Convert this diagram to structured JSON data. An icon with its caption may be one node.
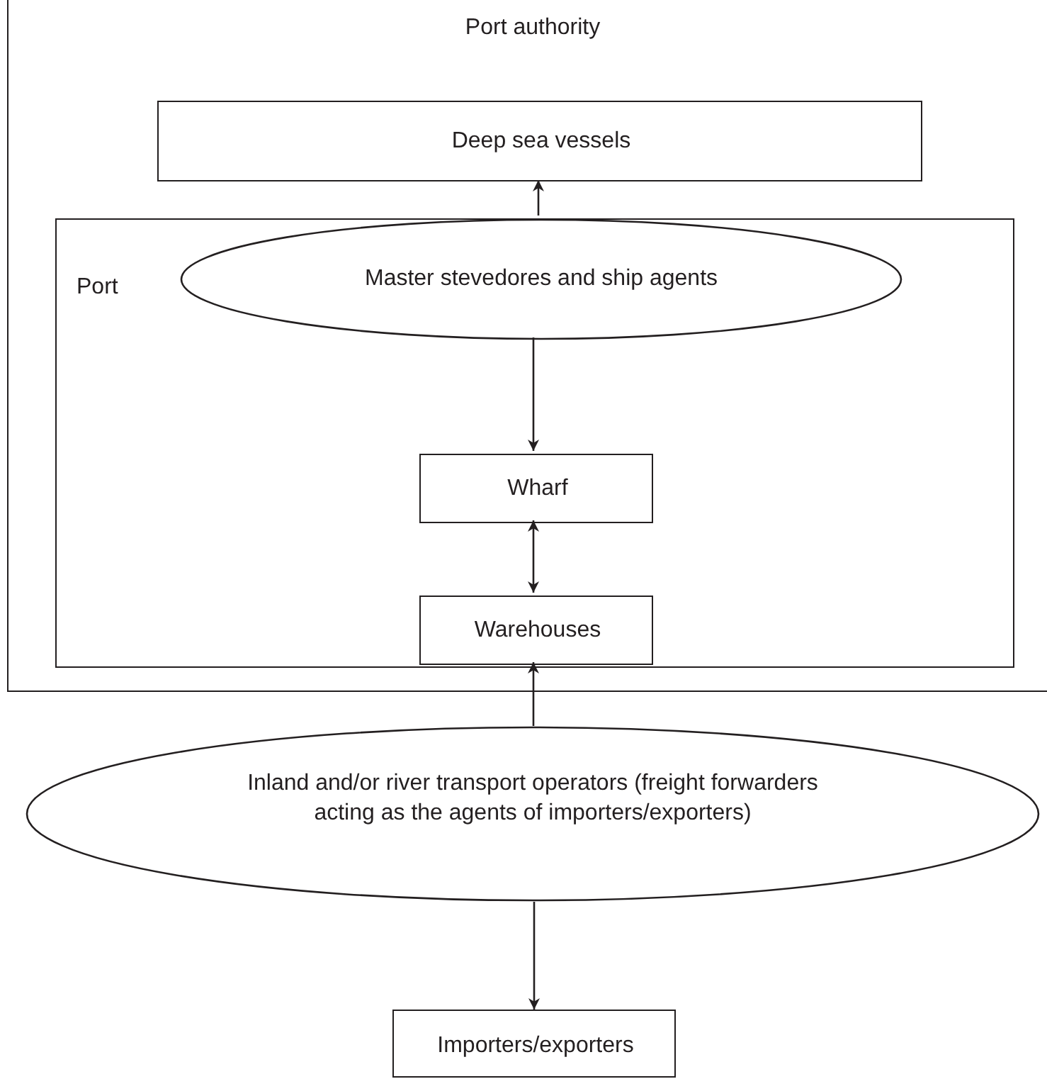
{
  "diagram": {
    "nodes": [
      {
        "text": [
          "Port authority"
        ]
      },
      {
        "text": [
          "Deep sea vessels"
        ],
        "in": 0
      },
      {
        "text": [
          "Port"
        ],
        "in": 0
      },
      {
        "text": [
          "Master stevedores and ship agents"
        ],
        "in": 2
      },
      {
        "text": [
          "Wharf"
        ],
        "in": 2
      },
      {
        "text": [
          "Warehouses"
        ],
        "in": 2
      },
      {
        "text": [
          "Inland and/or river transport operators (freight forwarders acting as the agents of importers/exporters)"
        ]
      },
      {
        "text": [
          "Importers/exporters"
        ]
      }
    ],
    "edges": [
      {
        "from": 3,
        "to": 1,
        "arrow": "to"
      },
      {
        "from": 3,
        "to": 4,
        "arrow": "to"
      },
      {
        "from": 4,
        "to": 5,
        "arrow": "both"
      },
      {
        "from": 6,
        "to": 5,
        "arrow": "to"
      },
      {
        "from": 6,
        "to": 7,
        "arrow": "to"
      }
    ]
  }
}
